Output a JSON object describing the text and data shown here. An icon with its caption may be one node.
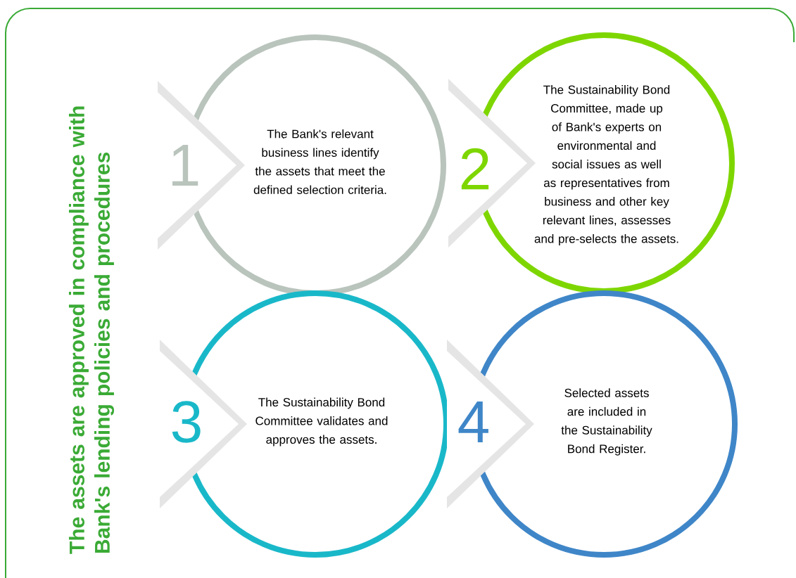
{
  "diagram": {
    "title": "The assets are approved in compliance with Bank's lending policies and procedures",
    "nodes": [
      {
        "text": [
          "1",
          "The Bank's relevant business lines identify the assets that meet the defined selection criteria."
        ]
      },
      {
        "text": [
          "2",
          "The Sustainability Bond Committee, made up of Bank's experts on environmental and social issues as well as representatives from business and other key relevant lines, assesses and pre-selects the assets."
        ]
      },
      {
        "text": [
          "3",
          "The Sustainability Bond Committee validates and approves the assets."
        ]
      },
      {
        "text": [
          "4",
          "Selected assets are included in the Sustainability Bond Register."
        ]
      }
    ]
  }
}
